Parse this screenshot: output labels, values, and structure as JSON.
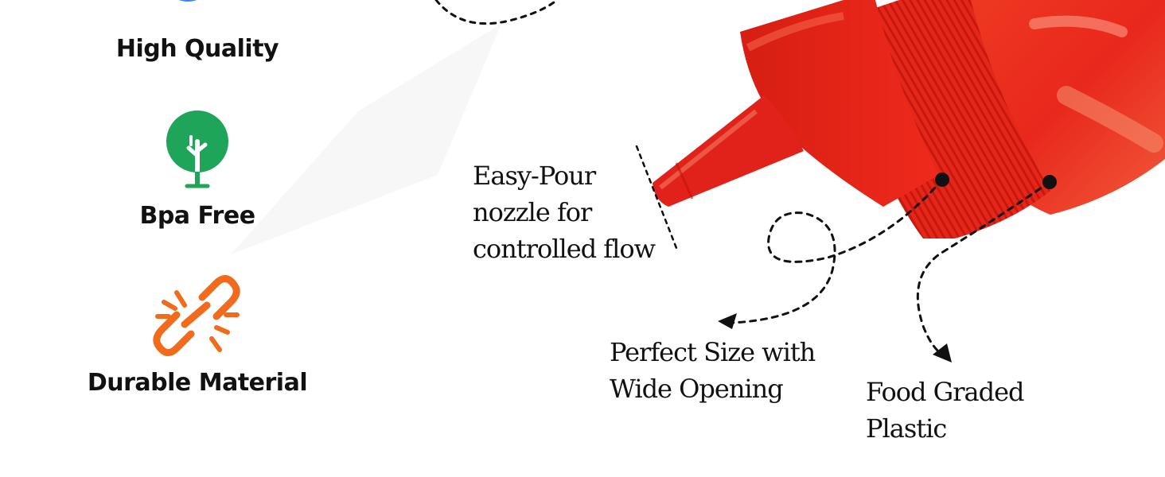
{
  "features": [
    {
      "label": "High Quality",
      "icon": "quality-badge-icon",
      "color": "#3b82f6"
    },
    {
      "label": "Bpa Free",
      "icon": "tree-icon",
      "color": "#1ea55a"
    },
    {
      "label": "Durable Material",
      "icon": "broken-link-icon",
      "color": "#f26a1b"
    }
  ],
  "callouts": {
    "nozzle": {
      "line1": "Easy-Pour",
      "line2": "nozzle for",
      "line3": "controlled flow"
    },
    "size": {
      "line1": "Perfect Size with",
      "line2": "Wide Opening"
    },
    "plastic": {
      "line1": "Food Graded",
      "line2": "Plastic"
    }
  },
  "colors": {
    "bottle": "#e8281c",
    "bottle_dark": "#c8180e",
    "text": "#111111"
  }
}
